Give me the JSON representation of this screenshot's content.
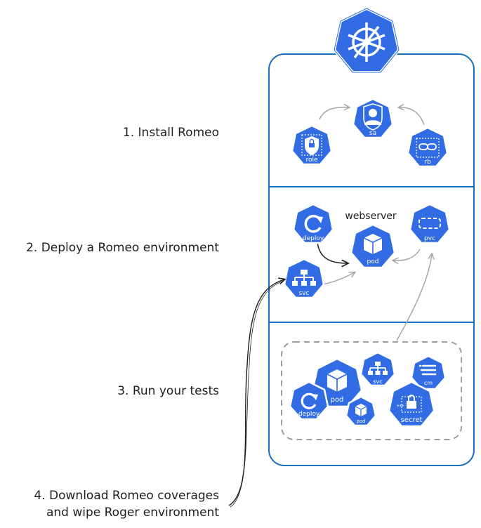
{
  "steps": [
    {
      "label": "1. Install Romeo"
    },
    {
      "label": "2. Deploy a Romeo environment"
    },
    {
      "label": "3. Run your tests"
    },
    {
      "label": "4. Download Romeo coverages"
    },
    {
      "label": "and wipe Roger environment"
    }
  ],
  "colors": {
    "k8s_blue": "#326ce5",
    "border": "#1971c2",
    "arrow_grey": "#a6a6a6",
    "dashed_grey": "#9e9e9e",
    "text": "#1e1e1e"
  },
  "sections": {
    "install": {
      "icons": [
        {
          "name": "role",
          "icon": "lock-icon"
        },
        {
          "name": "sa",
          "icon": "user-icon"
        },
        {
          "name": "rb",
          "icon": "link-icon"
        }
      ]
    },
    "deploy": {
      "title": "webserver",
      "icons": [
        {
          "name": "deploy",
          "icon": "refresh-icon"
        },
        {
          "name": "pod",
          "icon": "cube-icon"
        },
        {
          "name": "pvc",
          "icon": "storage-icon"
        },
        {
          "name": "svc",
          "icon": "network-icon"
        }
      ]
    },
    "tests": {
      "icons": [
        {
          "name": "pod",
          "icon": "cube-icon"
        },
        {
          "name": "svc",
          "icon": "network-icon"
        },
        {
          "name": "cm",
          "icon": "config-icon"
        },
        {
          "name": "deploy",
          "icon": "refresh-icon"
        },
        {
          "name": "pod",
          "icon": "cube-icon"
        },
        {
          "name": "secret",
          "icon": "secret-icon"
        }
      ]
    }
  }
}
